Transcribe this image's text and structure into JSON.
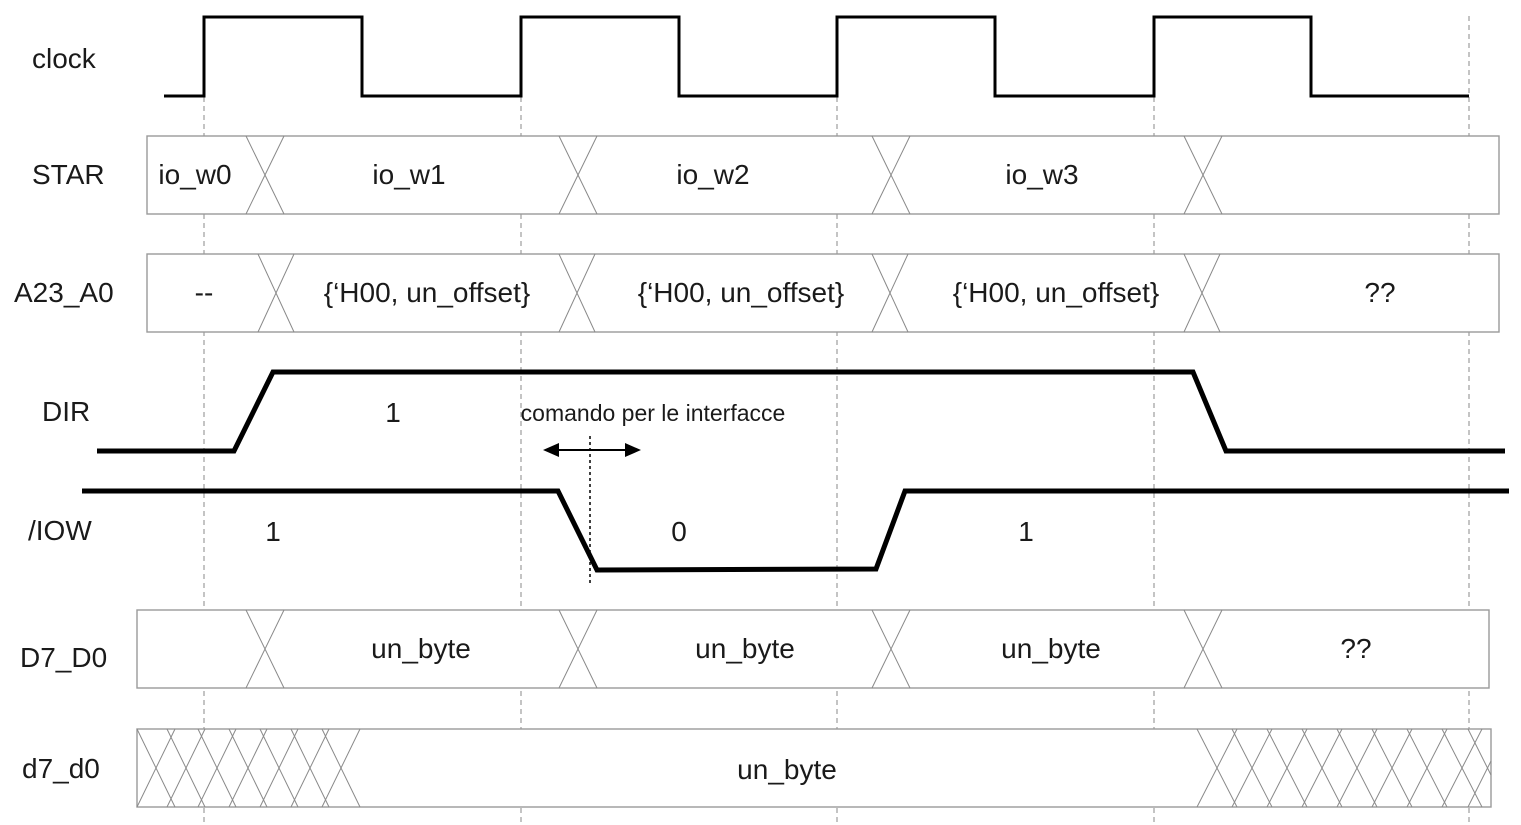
{
  "signals": {
    "clock": "clock",
    "star": "STAR",
    "a23_a0": "A23_A0",
    "dir": "DIR",
    "iow": "/IOW",
    "d7_d0": "D7_D0",
    "d7_d0_lower": "d7_d0"
  },
  "star_values": [
    "io_w0",
    "io_w1",
    "io_w2",
    "io_w3",
    ""
  ],
  "a23_a0_values": [
    "--",
    "{‘H00, un_offset}",
    "{‘H00, un_offset}",
    "{‘H00, un_offset}",
    "??"
  ],
  "dir_level": "1",
  "iow_levels": [
    "1",
    "0",
    "1"
  ],
  "d7_d0_values": [
    "",
    "un_byte",
    "un_byte",
    "un_byte",
    "??"
  ],
  "d7_d0_lower_value": "un_byte",
  "annotation": "comando per le interfacce"
}
